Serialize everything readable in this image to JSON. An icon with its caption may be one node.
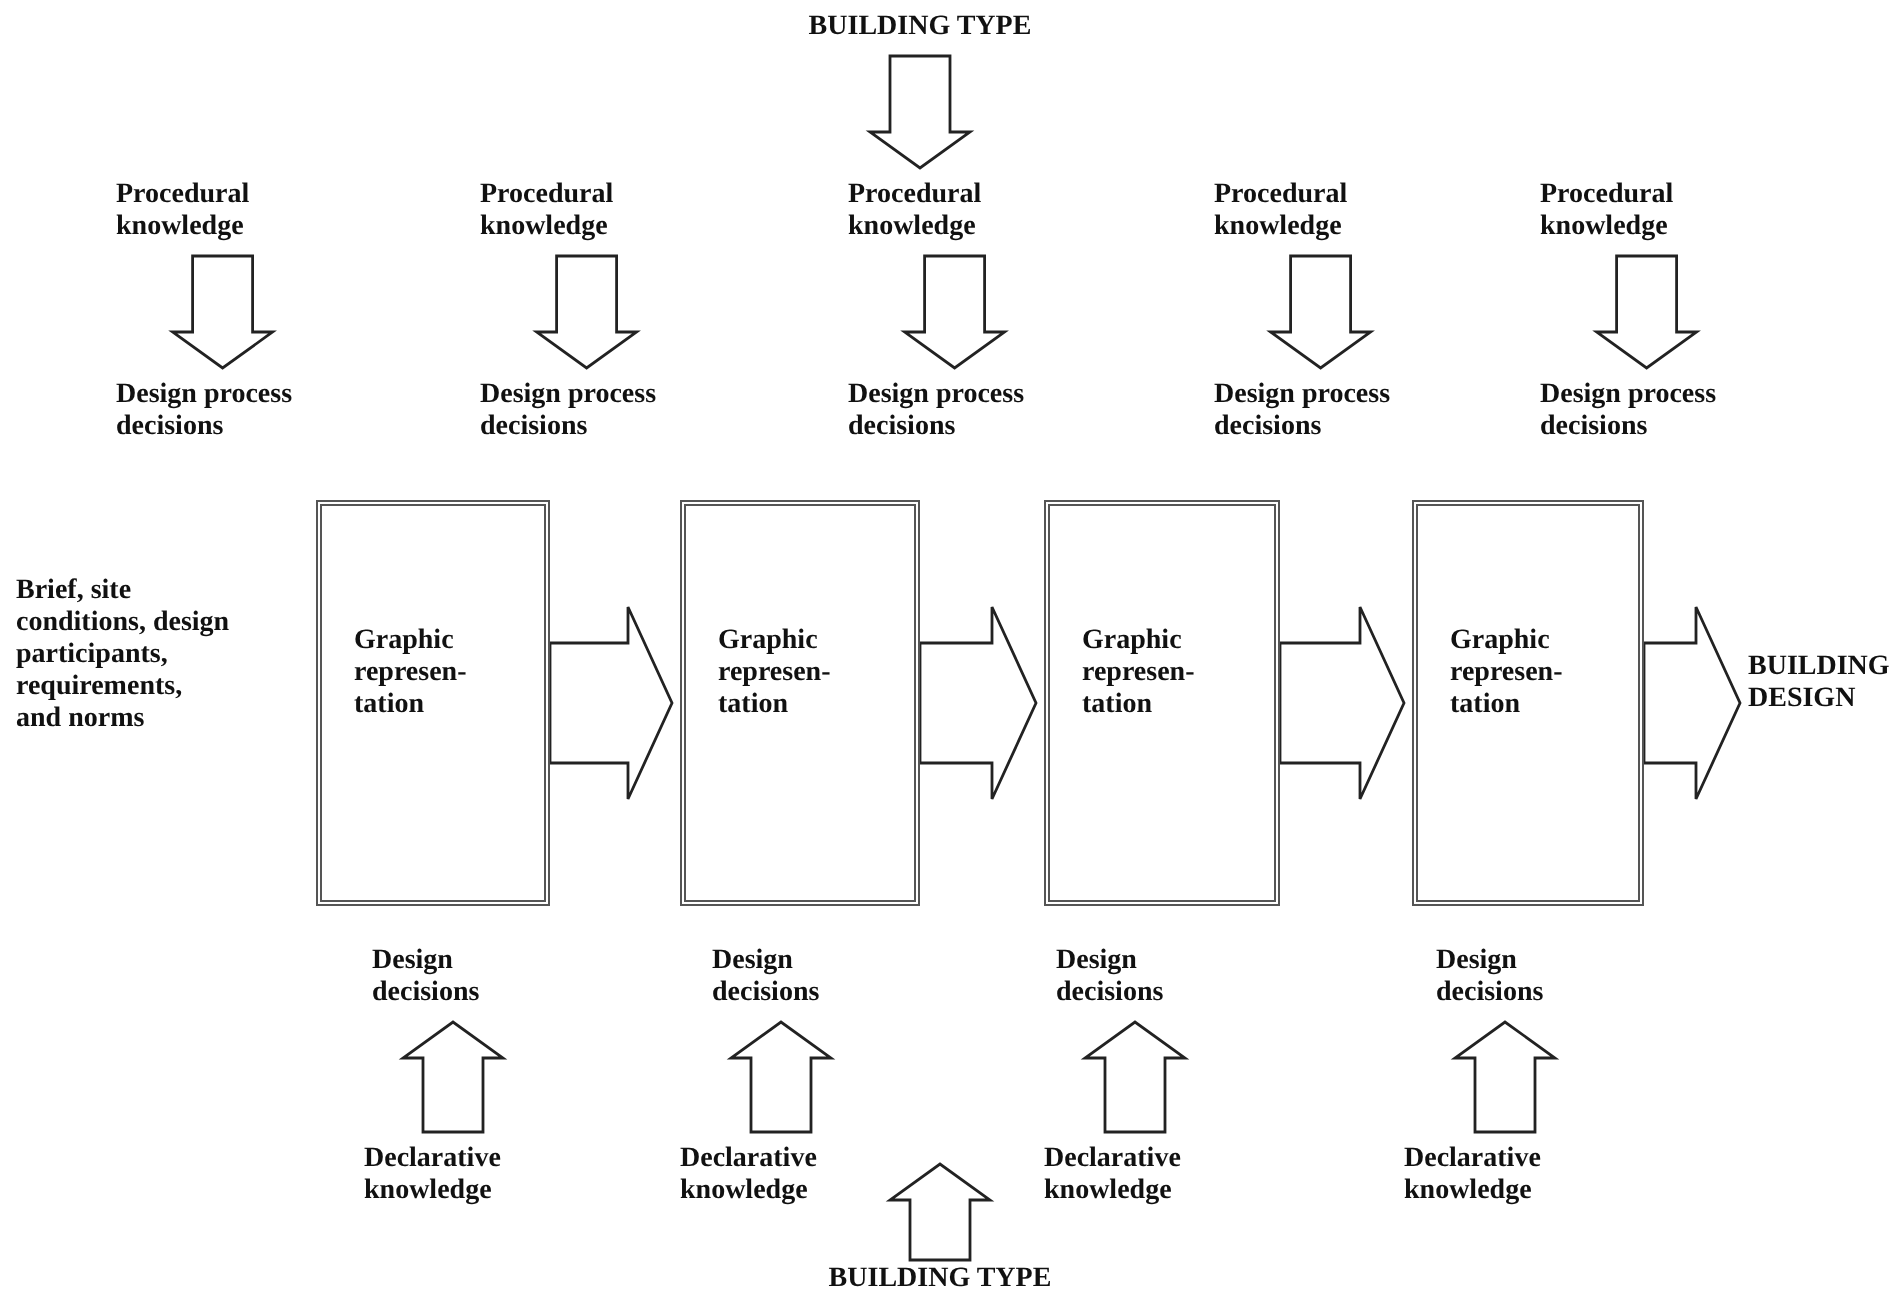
{
  "diagram": {
    "nodes": [
      {
        "text": [
          "BUILDING TYPE"
        ]
      },
      {
        "text": [
          "Procedural knowledge"
        ]
      },
      {
        "text": [
          "Procedural knowledge"
        ]
      },
      {
        "text": [
          "Procedural knowledge"
        ]
      },
      {
        "text": [
          "Procedural knowledge"
        ]
      },
      {
        "text": [
          "Procedural knowledge"
        ]
      },
      {
        "text": [
          "Design process decisions"
        ]
      },
      {
        "text": [
          "Design process decisions"
        ]
      },
      {
        "text": [
          "Design process decisions"
        ]
      },
      {
        "text": [
          "Design process decisions"
        ]
      },
      {
        "text": [
          "Design process decisions"
        ]
      },
      {
        "text": [
          "Brief, site conditions, design participants, requirements, and norms"
        ]
      },
      {
        "text": [
          "Graphic represen-tation"
        ]
      },
      {
        "text": [
          "Graphic represen-tation"
        ]
      },
      {
        "text": [
          "Graphic represen-tation"
        ]
      },
      {
        "text": [
          "Graphic represen-tation"
        ]
      },
      {
        "text": [
          "BUILDING DESIGN"
        ]
      },
      {
        "text": [
          "Design decisions"
        ]
      },
      {
        "text": [
          "Design decisions"
        ]
      },
      {
        "text": [
          "Design decisions"
        ]
      },
      {
        "text": [
          "Design decisions"
        ]
      },
      {
        "text": [
          "Declarative knowledge"
        ]
      },
      {
        "text": [
          "Declarative knowledge"
        ]
      },
      {
        "text": [
          "Declarative knowledge"
        ]
      },
      {
        "text": [
          "Declarative knowledge"
        ]
      },
      {
        "text": [
          "BUILDING TYPE"
        ]
      }
    ],
    "edges": [
      {
        "from": 0,
        "to": 3,
        "arrow": "to"
      },
      {
        "from": 1,
        "to": 6,
        "arrow": "to"
      },
      {
        "from": 2,
        "to": 7,
        "arrow": "to"
      },
      {
        "from": 3,
        "to": 8,
        "arrow": "to"
      },
      {
        "from": 4,
        "to": 9,
        "arrow": "to"
      },
      {
        "from": 5,
        "to": 10,
        "arrow": "to"
      },
      {
        "from": 12,
        "to": 13,
        "arrow": "to"
      },
      {
        "from": 13,
        "to": 14,
        "arrow": "to"
      },
      {
        "from": 14,
        "to": 15,
        "arrow": "to"
      },
      {
        "from": 15,
        "to": 16,
        "arrow": "to"
      },
      {
        "from": 21,
        "to": 17,
        "arrow": "to"
      },
      {
        "from": 22,
        "to": 18,
        "arrow": "to"
      },
      {
        "from": 23,
        "to": 19,
        "arrow": "to"
      },
      {
        "from": 24,
        "to": 20,
        "arrow": "to"
      },
      {
        "from": 25,
        "to": null,
        "arrow": "to"
      }
    ]
  }
}
